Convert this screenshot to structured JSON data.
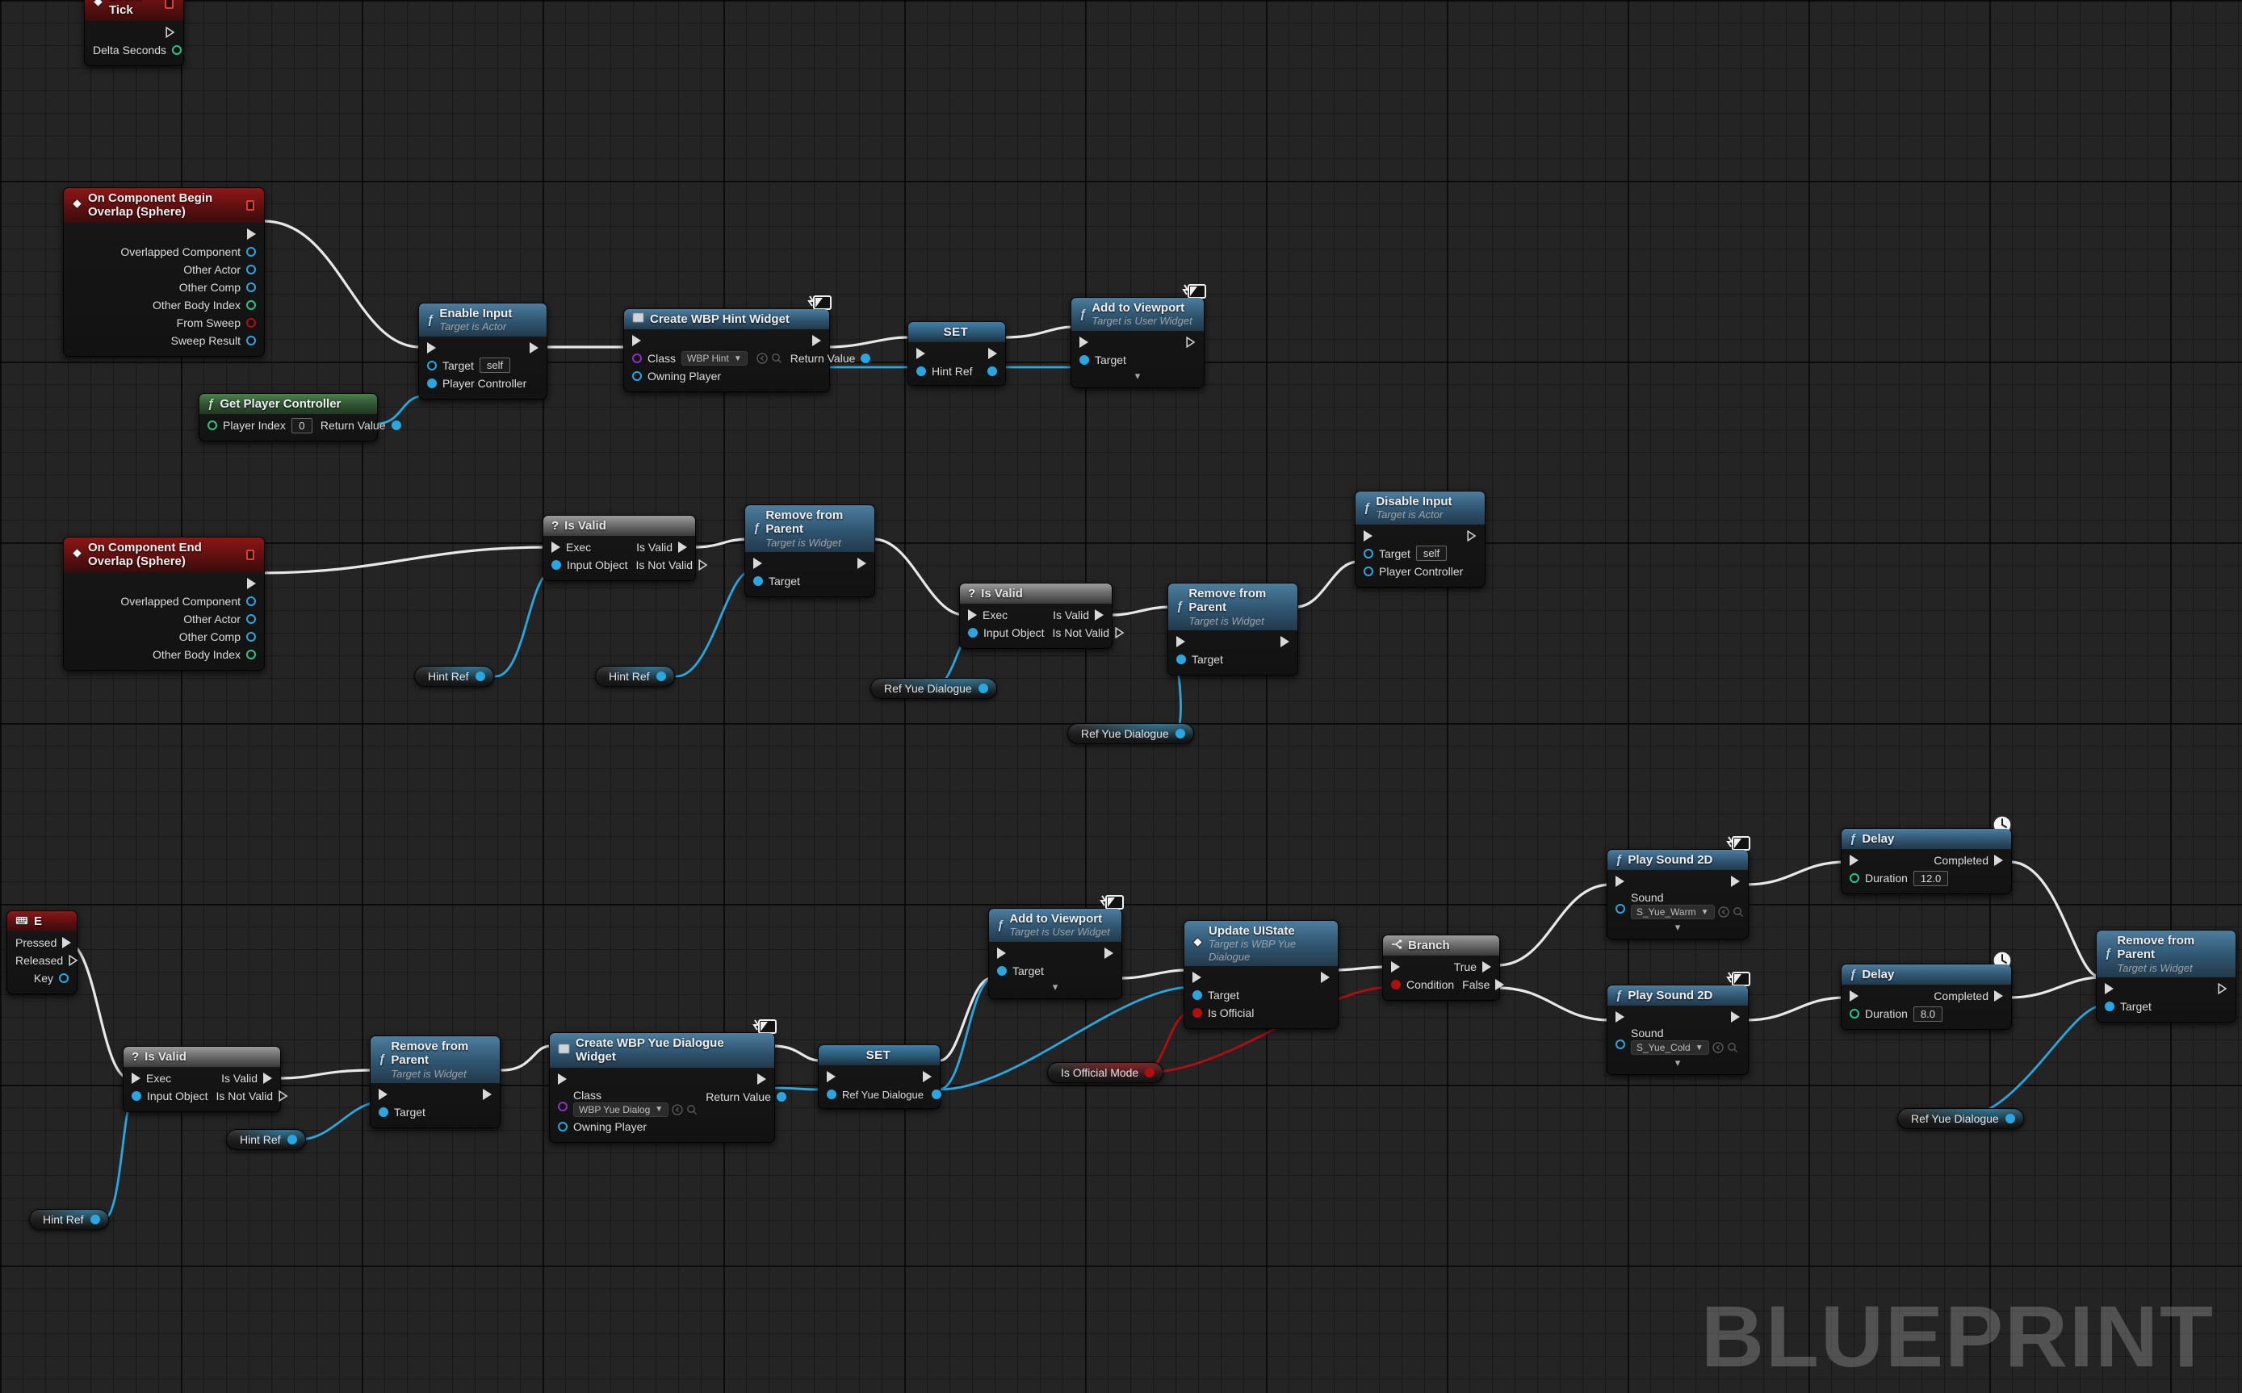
{
  "watermark": "BLUEPRINT",
  "colors": {
    "exec_white": "#d9d9d9",
    "object_blue": "#2aa7e0",
    "bool_red": "#b40d11",
    "float_green": "#20c98b",
    "class_purple": "#8f2fc4",
    "event_red": "#8d1616",
    "function_blue": "#4d7d9e",
    "pure_green": "#4d7f4d",
    "graph_bg": "#242424"
  },
  "nodes": {
    "event_tick": {
      "title": "Event Tick",
      "icon": "event-diamond-icon",
      "out_exec": "",
      "pins": [
        {
          "label": "Delta Seconds",
          "type": "float"
        }
      ]
    },
    "on_begin_overlap": {
      "title": "On Component Begin Overlap (Sphere)",
      "icon": "event-diamond-icon",
      "pins": [
        {
          "label": "Overlapped Component",
          "type": "object"
        },
        {
          "label": "Other Actor",
          "type": "object"
        },
        {
          "label": "Other Comp",
          "type": "object"
        },
        {
          "label": "Other Body Index",
          "type": "int"
        },
        {
          "label": "From Sweep",
          "type": "bool"
        },
        {
          "label": "Sweep Result",
          "type": "struct"
        }
      ]
    },
    "on_end_overlap": {
      "title": "On Component End Overlap (Sphere)",
      "icon": "event-diamond-icon",
      "pins": [
        {
          "label": "Overlapped Component",
          "type": "object"
        },
        {
          "label": "Other Actor",
          "type": "object"
        },
        {
          "label": "Other Comp",
          "type": "object"
        },
        {
          "label": "Other Body Index",
          "type": "int"
        }
      ]
    },
    "enable_input": {
      "title": "Enable Input",
      "subtitle": "Target is Actor",
      "icon": "function-f-icon",
      "pins_in": [
        {
          "label": "Target",
          "value": "self",
          "type": "object"
        },
        {
          "label": "Player Controller",
          "type": "object",
          "connected": true
        }
      ]
    },
    "get_player_controller": {
      "title": "Get Player Controller",
      "icon": "function-f-icon",
      "in_label": "Player Index",
      "in_value": "0",
      "out_label": "Return Value"
    },
    "create_hint_widget": {
      "title": "Create WBP Hint Widget",
      "icon": "widget-square-icon",
      "class_label": "Class",
      "class_value": "WBP Hint",
      "owning_label": "Owning Player",
      "return_label": "Return Value"
    },
    "set_hint_ref": {
      "title": "SET",
      "pin_label": "Hint Ref"
    },
    "add_to_viewport_1": {
      "title": "Add to Viewport",
      "subtitle": "Target is User Widget",
      "icon": "function-f-icon",
      "target_label": "Target"
    },
    "is_valid_1": {
      "title": "Is Valid",
      "icon": "question-mark-icon",
      "exec_label": "Exec",
      "input_label": "Input Object",
      "valid_label": "Is Valid",
      "notvalid_label": "Is Not Valid"
    },
    "is_valid_2": {
      "title": "Is Valid",
      "icon": "question-mark-icon",
      "exec_label": "Exec",
      "input_label": "Input Object",
      "valid_label": "Is Valid",
      "notvalid_label": "Is Not Valid"
    },
    "is_valid_3": {
      "title": "Is Valid",
      "icon": "question-mark-icon",
      "exec_label": "Exec",
      "input_label": "Input Object",
      "valid_label": "Is Valid",
      "notvalid_label": "Is Not Valid"
    },
    "remove_from_parent_1": {
      "title": "Remove from Parent",
      "subtitle": "Target is Widget",
      "icon": "function-f-icon",
      "target_label": "Target"
    },
    "remove_from_parent_2": {
      "title": "Remove from Parent",
      "subtitle": "Target is Widget",
      "icon": "function-f-icon",
      "target_label": "Target"
    },
    "remove_from_parent_3": {
      "title": "Remove from Parent",
      "subtitle": "Target is Widget",
      "icon": "function-f-icon",
      "target_label": "Target"
    },
    "remove_from_parent_4": {
      "title": "Remove from Parent",
      "subtitle": "Target is Widget",
      "icon": "function-f-icon",
      "target_label": "Target"
    },
    "disable_input": {
      "title": "Disable Input",
      "subtitle": "Target is Actor",
      "icon": "function-f-icon",
      "target_label": "Target",
      "target_value": "self",
      "pc_label": "Player Controller"
    },
    "key_event_e": {
      "title": "E",
      "icon": "keyboard-icon",
      "pressed_label": "Pressed",
      "released_label": "Released",
      "key_label": "Key"
    },
    "create_yue_widget": {
      "title": "Create WBP Yue Dialogue Widget",
      "icon": "widget-square-icon",
      "class_label": "Class",
      "class_value": "WBP Yue Dialog",
      "owning_label": "Owning Player",
      "return_label": "Return Value"
    },
    "set_yue_ref": {
      "title": "SET",
      "pin_label": "Ref Yue Dialogue"
    },
    "add_to_viewport_2": {
      "title": "Add to Viewport",
      "subtitle": "Target is User Widget",
      "icon": "function-f-icon",
      "target_label": "Target"
    },
    "update_uistate": {
      "title": "Update UIState",
      "subtitle": "Target is WBP Yue Dialogue",
      "icon": "event-diamond-icon",
      "target_label": "Target",
      "isofficial_label": "Is Official"
    },
    "branch": {
      "title": "Branch",
      "icon": "branch-icon",
      "condition_label": "Condition",
      "true_label": "True",
      "false_label": "False"
    },
    "play_sound_warm": {
      "title": "Play Sound 2D",
      "icon": "function-f-icon",
      "sound_label": "Sound",
      "sound_value": "S_Yue_Warm"
    },
    "play_sound_cold": {
      "title": "Play Sound 2D",
      "icon": "function-f-icon",
      "sound_label": "Sound",
      "sound_value": "S_Yue_Cold"
    },
    "delay_12": {
      "title": "Delay",
      "icon": "function-f-icon",
      "duration_label": "Duration",
      "duration_value": "12.0",
      "completed_label": "Completed"
    },
    "delay_8": {
      "title": "Delay",
      "icon": "function-f-icon",
      "duration_label": "Duration",
      "duration_value": "8.0",
      "completed_label": "Completed"
    }
  },
  "variables": {
    "hint_ref_1": "Hint Ref",
    "hint_ref_2": "Hint Ref",
    "hint_ref_3": "Hint Ref",
    "hint_ref_4": "Hint Ref",
    "ref_yue_1": "Ref Yue Dialogue",
    "ref_yue_2": "Ref Yue Dialogue",
    "ref_yue_3": "Ref Yue Dialogue",
    "is_official_mode": "Is Official Mode"
  }
}
